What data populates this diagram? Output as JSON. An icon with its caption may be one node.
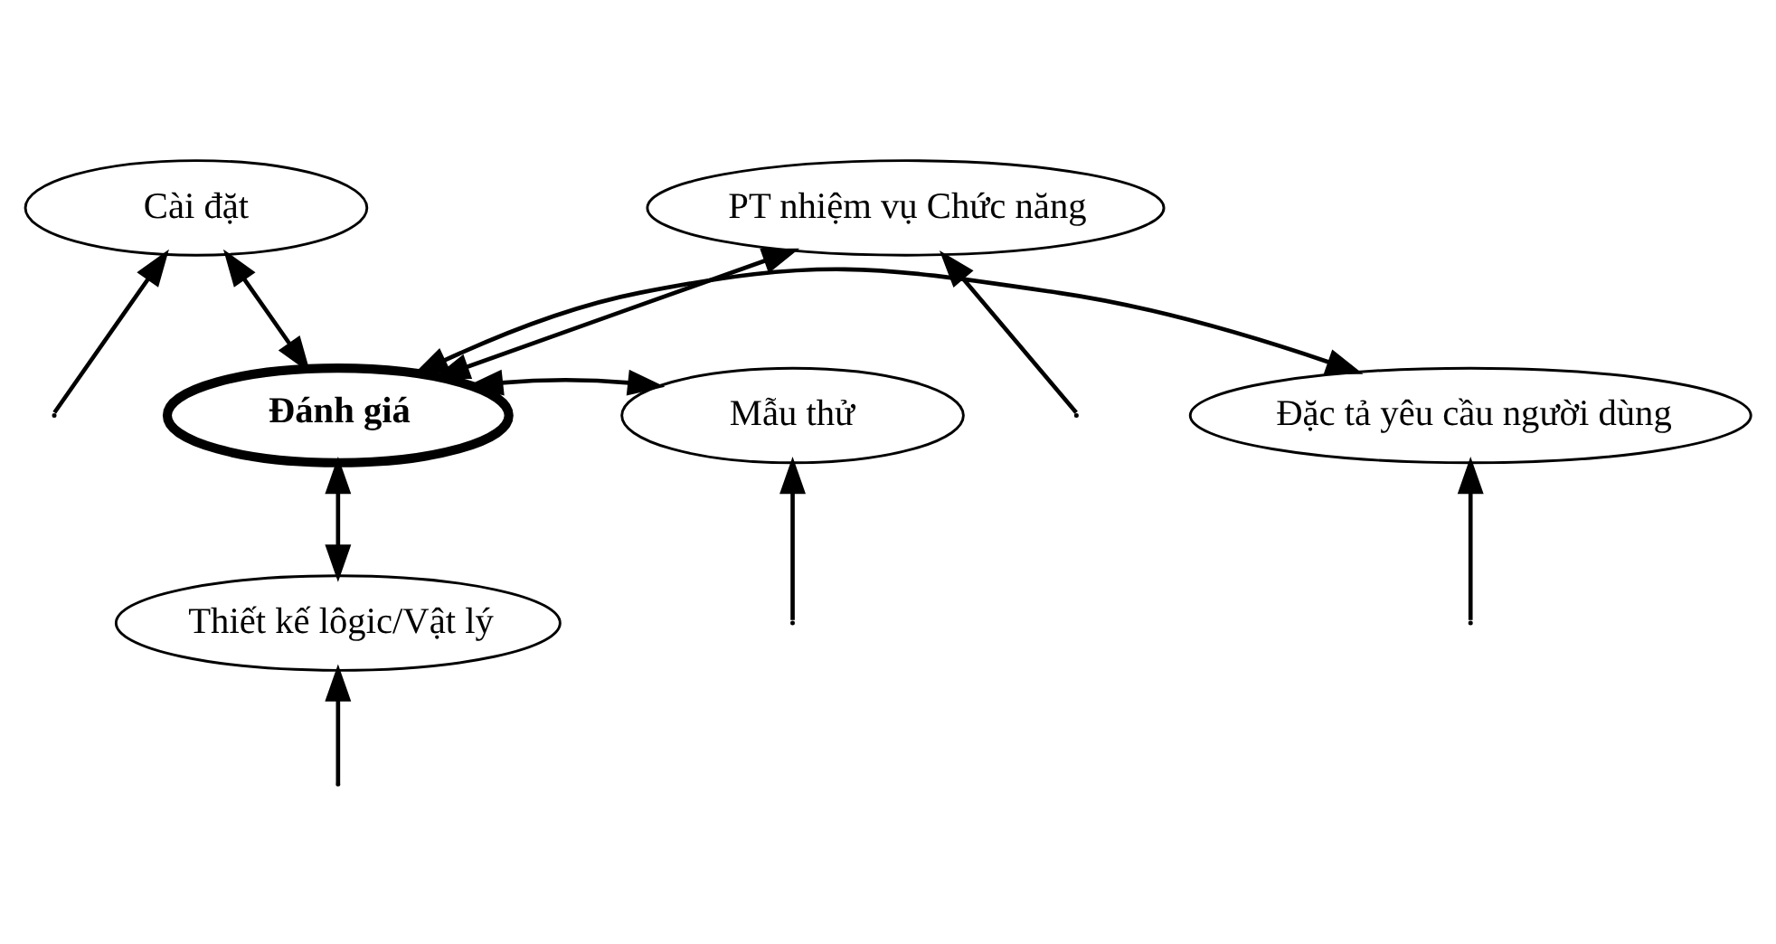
{
  "diagram": {
    "nodes": [
      {
        "text": [
          "Cài đặt"
        ]
      },
      {
        "text": [
          "PT nhiệm vụ Chức năng"
        ]
      },
      {
        "text": [
          "Mẫu thử"
        ]
      },
      {
        "text": [
          "Đánh giá"
        ]
      },
      {
        "text": [
          "Đặc tả yêu cầu người dùng"
        ]
      },
      {
        "text": [
          "Thiết kế lôgic/Vật lý"
        ]
      }
    ],
    "edges": [
      {
        "from": 0,
        "to": 3,
        "arrow": "both"
      },
      {
        "from": 1,
        "to": 3,
        "arrow": "both"
      },
      {
        "from": 3,
        "to": 2,
        "arrow": "both"
      },
      {
        "from": 3,
        "to": 4,
        "arrow": "both"
      },
      {
        "from": 3,
        "to": 5,
        "arrow": "both"
      },
      {
        "from": null,
        "to": 0,
        "arrow": "to"
      },
      {
        "from": null,
        "to": 1,
        "arrow": "to"
      },
      {
        "from": null,
        "to": 2,
        "arrow": "to"
      },
      {
        "from": null,
        "to": 4,
        "arrow": "to"
      },
      {
        "from": null,
        "to": 5,
        "arrow": "to"
      }
    ]
  }
}
